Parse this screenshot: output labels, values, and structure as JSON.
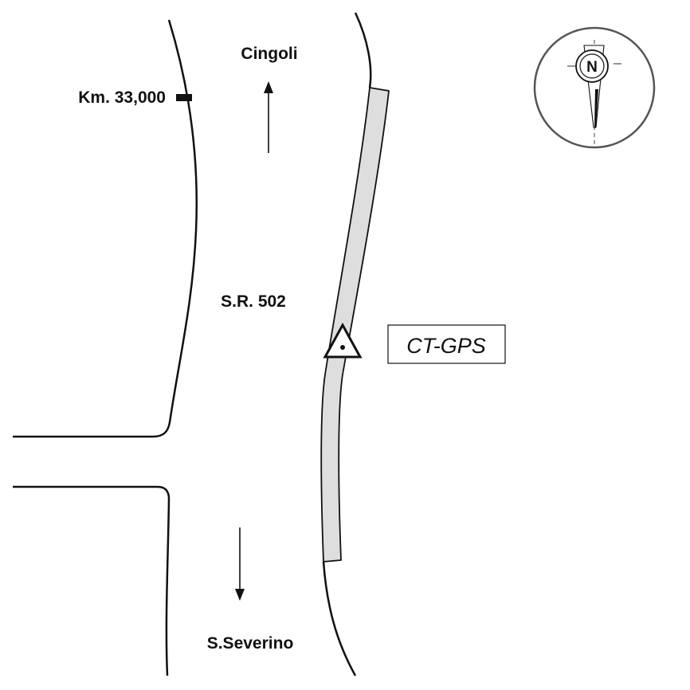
{
  "labels": {
    "north_destination": "Cingoli",
    "south_destination": "S.Severino",
    "road_name": "S.R. 502",
    "kilometer_marker": "Km. 33,000",
    "station_label": "CT-GPS",
    "compass_letter": "N"
  },
  "icons": {
    "station": "triangle-with-dot-icon",
    "compass": "north-arrow-compass-icon",
    "km_marker": "marker-tick-icon"
  },
  "colors": {
    "lines": "#111111",
    "strip_fill": "#dedede",
    "compass_ring": "#555555"
  }
}
